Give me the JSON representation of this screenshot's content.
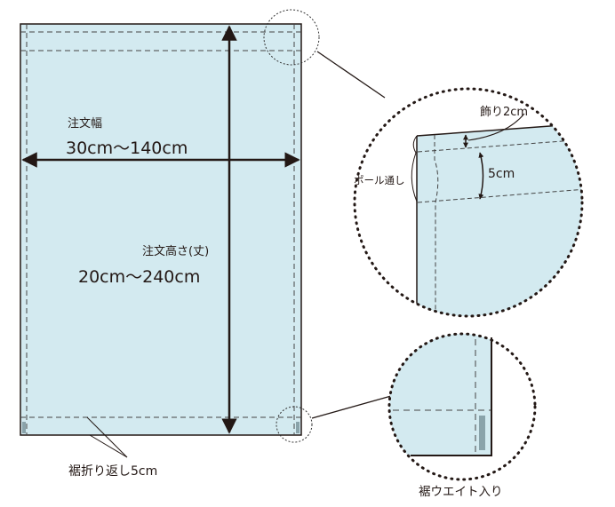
{
  "colors": {
    "fabric": "#d3eaf0",
    "line": "#231815",
    "weight": "#8aa3aa"
  },
  "main": {
    "width_label": "注文幅",
    "width_range": "30cm〜140cm",
    "height_label": "注文高さ(丈)",
    "height_range": "20cm〜240cm",
    "hem_label": "裾折り返し5cm"
  },
  "top_detail": {
    "decoration_label": "飾り2cm",
    "pocket_size": "5cm",
    "pole_label": "ポール通し"
  },
  "bottom_detail": {
    "label": "裾ウエイト入り"
  }
}
